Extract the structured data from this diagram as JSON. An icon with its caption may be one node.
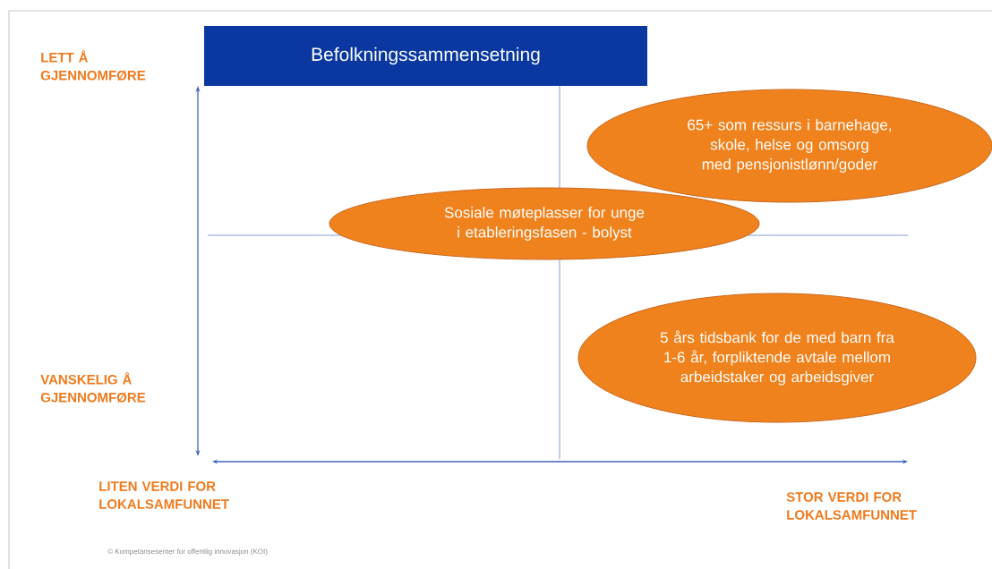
{
  "diagram": {
    "nodes": [
      {
        "text": [
          "Befolkningssammensetning"
        ]
      },
      {
        "text": [
          "65+ som ressurs i barnehage, skole, helse og omsorg med pensjonistlønn/goder"
        ]
      },
      {
        "text": [
          "Sosiale møteplasser for unge i etableringsfasen - bolyst"
        ]
      },
      {
        "text": [
          "5 års tidsbank for de med barn fra 1-6 år, forpliktende avtale mellom arbeidstaker og arbeidsgiver"
        ]
      }
    ],
    "labels": [
      "LETT Å GJENNOMFØRE",
      "VANSKELIG Å GJENNOMFØRE",
      "LITEN VERDI FOR LOKALSAMFUNNET",
      "STOR VERDI FOR LOKALSAMFUNNET",
      "© Kompetansesenter for offentlig innovasjon (KOI)"
    ]
  }
}
